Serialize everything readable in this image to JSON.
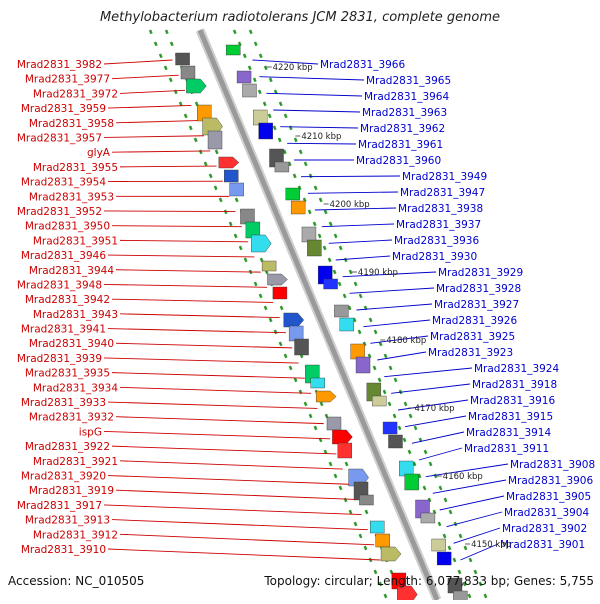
{
  "title": "Methylobacterium radiotolerans JCM 2831, complete genome",
  "footer": {
    "accession": "Accession: NC_010505",
    "topology": "Topology: circular; Length: 6,077,833 bp; Genes: 5,755"
  },
  "colors": {
    "left_labels": "#cc0000",
    "right_labels": "#0000cc",
    "backbone": "#9a9a9a",
    "tick_dots": "#2e9a2e",
    "forward_genes": "#ff0000",
    "reverse_genes": "#0000ee"
  },
  "scale_ticks": [
    "4220 kbp",
    "4210 kbp",
    "4200 kbp",
    "4190 kbp",
    "4180 kbp",
    "4170 kbp",
    "4160 kbp",
    "4150 kbp"
  ],
  "left_labels": [
    "Mrad2831_3982",
    "Mrad2831_3977",
    "Mrad2831_3972",
    "Mrad2831_3959",
    "Mrad2831_3958",
    "Mrad2831_3957",
    "glyA",
    "Mrad2831_3955",
    "Mrad2831_3954",
    "Mrad2831_3953",
    "Mrad2831_3952",
    "Mrad2831_3950",
    "Mrad2831_3951",
    "Mrad2831_3946",
    "Mrad2831_3944",
    "Mrad2831_3948",
    "Mrad2831_3942",
    "Mrad2831_3943",
    "Mrad2831_3941",
    "Mrad2831_3940",
    "Mrad2831_3939",
    "Mrad2831_3935",
    "Mrad2831_3934",
    "Mrad2831_3933",
    "Mrad2831_3932",
    "ispG",
    "Mrad2831_3922",
    "Mrad2831_3921",
    "Mrad2831_3920",
    "Mrad2831_3919",
    "Mrad2831_3917",
    "Mrad2831_3913",
    "Mrad2831_3912",
    "Mrad2831_3910"
  ],
  "right_labels": [
    "Mrad2831_3966",
    "Mrad2831_3965",
    "Mrad2831_3964",
    "Mrad2831_3963",
    "Mrad2831_3962",
    "Mrad2831_3961",
    "Mrad2831_3960",
    "Mrad2831_3949",
    "Mrad2831_3947",
    "Mrad2831_3938",
    "Mrad2831_3937",
    "Mrad2831_3936",
    "Mrad2831_3930",
    "Mrad2831_3929",
    "Mrad2831_3928",
    "Mrad2831_3927",
    "Mrad2831_3926",
    "Mrad2831_3925",
    "Mrad2831_3923",
    "Mrad2831_3924",
    "Mrad2831_3918",
    "Mrad2831_3916",
    "Mrad2831_3915",
    "Mrad2831_3914",
    "Mrad2831_3911",
    "Mrad2831_3908",
    "Mrad2831_3906",
    "Mrad2831_3905",
    "Mrad2831_3904",
    "Mrad2831_3902",
    "Mrad2831_3901"
  ]
}
